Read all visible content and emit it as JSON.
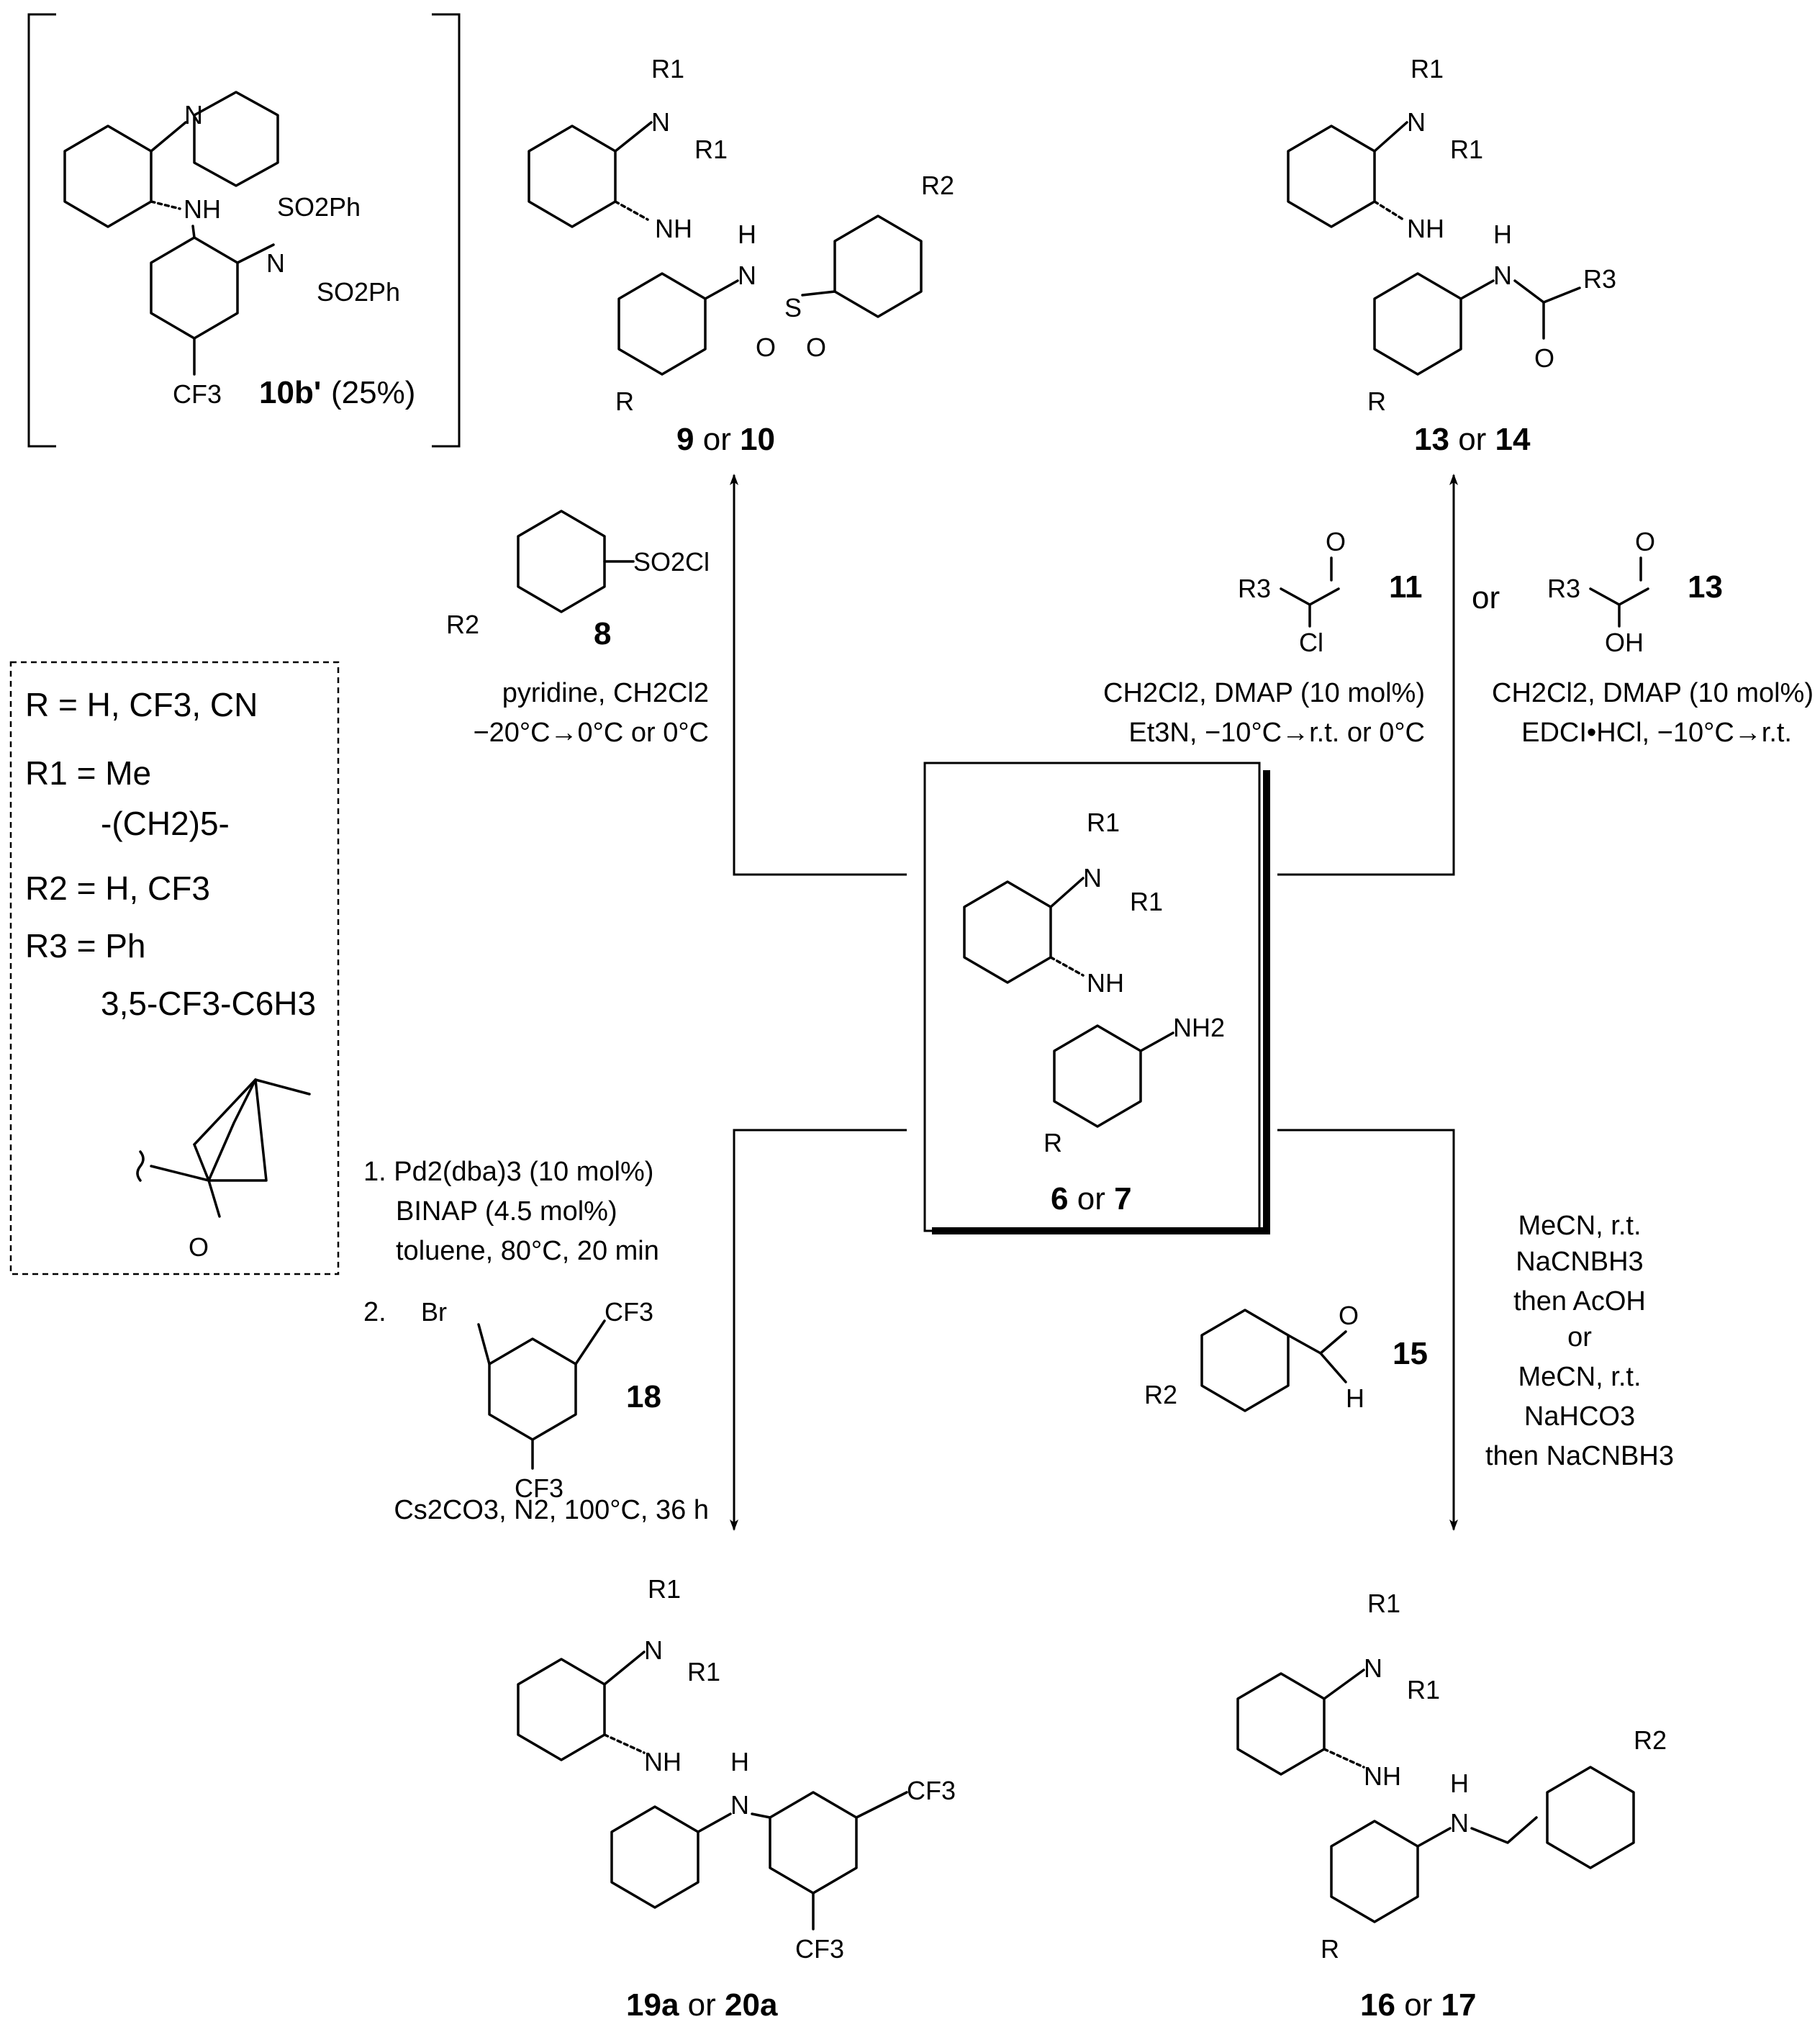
{
  "byproduct": {
    "compound_id": "10b'",
    "yield": "(25%)",
    "labels": [
      "N",
      "NH",
      "SO2Ph",
      "N",
      "SO2Ph",
      "CF3"
    ]
  },
  "definitions": {
    "R": "R = H, CF3, CN",
    "R1": "R1 = Me",
    "R1_alt": "-(CH2)5-",
    "R2": "R2 = H, CF3",
    "R3": "R3 = Ph",
    "R3_alt": "3,5-CF3-C6H3",
    "camphor_o": "O"
  },
  "center": {
    "compound_id_a": "6",
    "or": "or",
    "compound_id_b": "7",
    "labels": {
      "r1_top": "R1",
      "n": "N",
      "r1_right": "R1",
      "nh": "NH",
      "nh2": "NH2",
      "r": "R"
    }
  },
  "product_top_left": {
    "compound_id_a": "9",
    "or": "or",
    "compound_id_b": "10",
    "labels": {
      "r1_top": "R1",
      "n": "N",
      "r1_right": "R1",
      "nh": "NH",
      "h": "H",
      "n_amide": "N",
      "s": "S",
      "o1": "O",
      "o2": "O",
      "r2": "R2",
      "r": "R"
    }
  },
  "product_top_right": {
    "compound_id_a": "13",
    "or": "or",
    "compound_id_b": "14",
    "labels": {
      "r1_top": "R1",
      "n": "N",
      "r1_right": "R1",
      "nh": "NH",
      "h": "H",
      "n_amide": "N",
      "r3": "R3",
      "o": "O",
      "r": "R"
    }
  },
  "product_bottom_left": {
    "compound_id_a": "19a",
    "or": "or",
    "compound_id_b": "20a",
    "labels": {
      "r1_top": "R1",
      "n": "N",
      "r1_right": "R1",
      "nh": "NH",
      "h": "H",
      "n2": "N",
      "cf3_a": "CF3",
      "cf3_b": "CF3"
    }
  },
  "product_bottom_right": {
    "compound_id_a": "16",
    "or": "or",
    "compound_id_b": "17",
    "labels": {
      "r1_top": "R1",
      "n": "N",
      "r1_right": "R1",
      "nh": "NH",
      "h": "H",
      "n2": "N",
      "r2": "R2",
      "r": "R"
    }
  },
  "reagents": {
    "sulfonyl_chloride": {
      "id": "8",
      "group": "SO2Cl",
      "r2": "R2"
    },
    "acid_chloride": {
      "id": "11",
      "r3": "R3",
      "o": "O",
      "cl": "Cl"
    },
    "or": "or",
    "carboxylic_acid": {
      "id": "13",
      "r3": "R3",
      "o": "O",
      "oh": "OH"
    },
    "aryl_bromide": {
      "id": "18",
      "br": "Br",
      "cf3_a": "CF3",
      "cf3_b": "CF3"
    },
    "aldehyde": {
      "id": "15",
      "r2": "R2",
      "o": "O",
      "h": "H"
    }
  },
  "conditions": {
    "sulfonylation": [
      "pyridine, CH2Cl2",
      "−20°C→0°C or 0°C"
    ],
    "acylation_chloride": [
      "CH2Cl2, DMAP (10 mol%)",
      "Et3N, −10°C→r.t. or 0°C"
    ],
    "acylation_acid": [
      "CH2Cl2, DMAP (10 mol%)",
      "EDCI•HCl, −10°C→r.t."
    ],
    "arylation": [
      "1. Pd2(dba)3 (10 mol%)",
      "BINAP (4.5 mol%)",
      "toluene, 80°C, 20 min",
      "2.",
      "Cs2CO3, N2, 100°C, 36 h"
    ],
    "reductive_amination": [
      "MeCN, r.t.",
      "NaCNBH3",
      "then AcOH",
      "or",
      "MeCN, r.t.",
      "NaHCO3",
      "then NaCNBH3"
    ]
  }
}
